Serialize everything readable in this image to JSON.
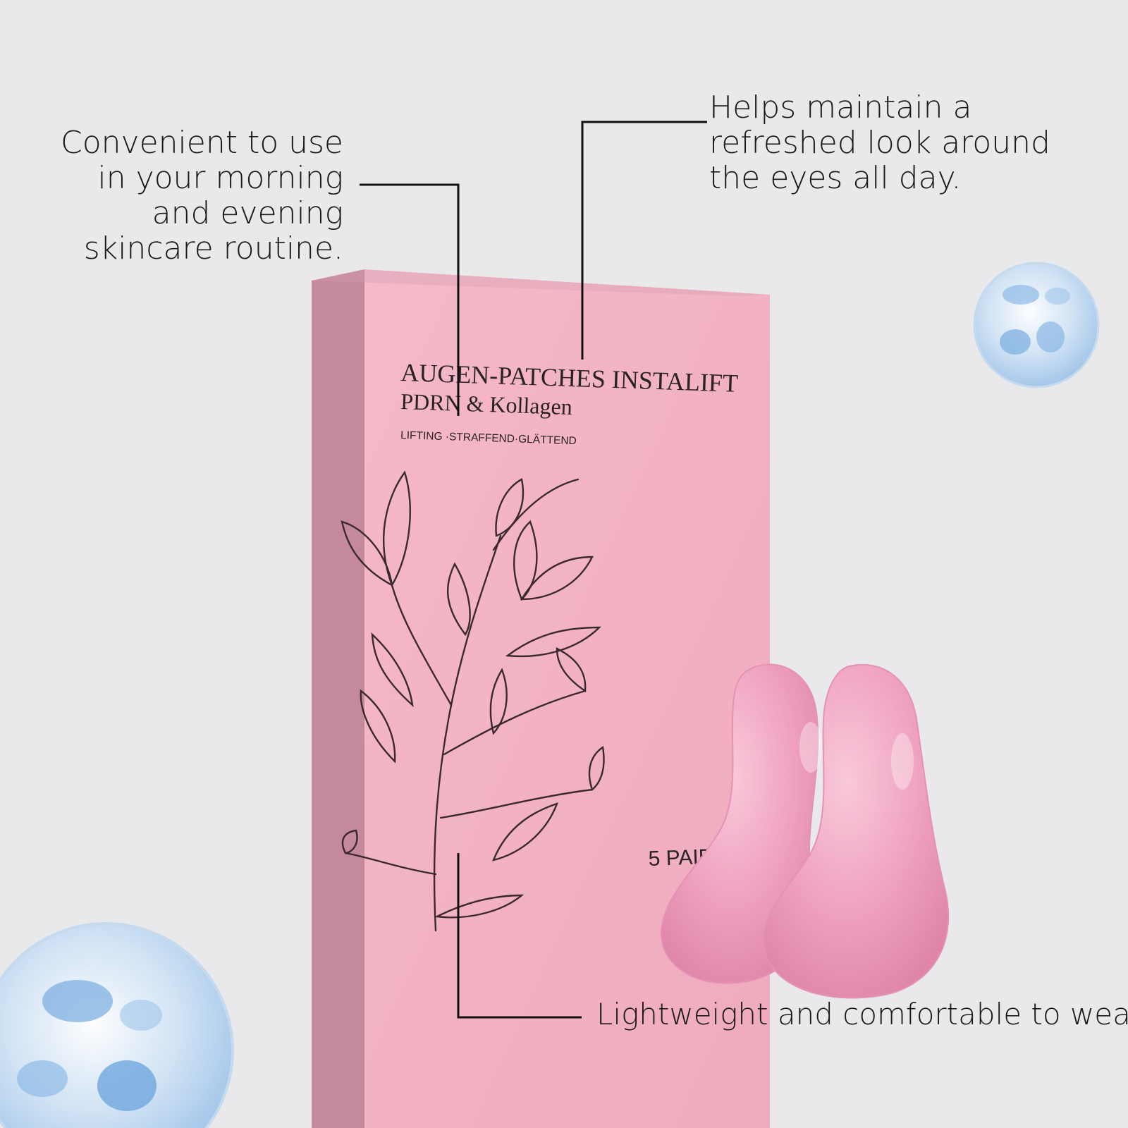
{
  "callouts": {
    "left": "Convenient to use in your morning and evening skincare routine.",
    "right": "Helps maintain a refreshed look around the eyes all day.",
    "bottom": "Lightweight and comfortable to wear."
  },
  "product": {
    "title": "AUGEN-PATCHES INSTALIFT",
    "subtitle": "PDRN & Kollagen",
    "tagline": "LIFTING ·STRAFFEND·GLÄTTEND",
    "count": "5 PAIRS"
  },
  "colors": {
    "background": "#e9e9eb",
    "box_front": "#f2b2c3",
    "box_side": "#c98ea0",
    "patch": "#f0a8c4",
    "bubble": "#a9cdef"
  }
}
